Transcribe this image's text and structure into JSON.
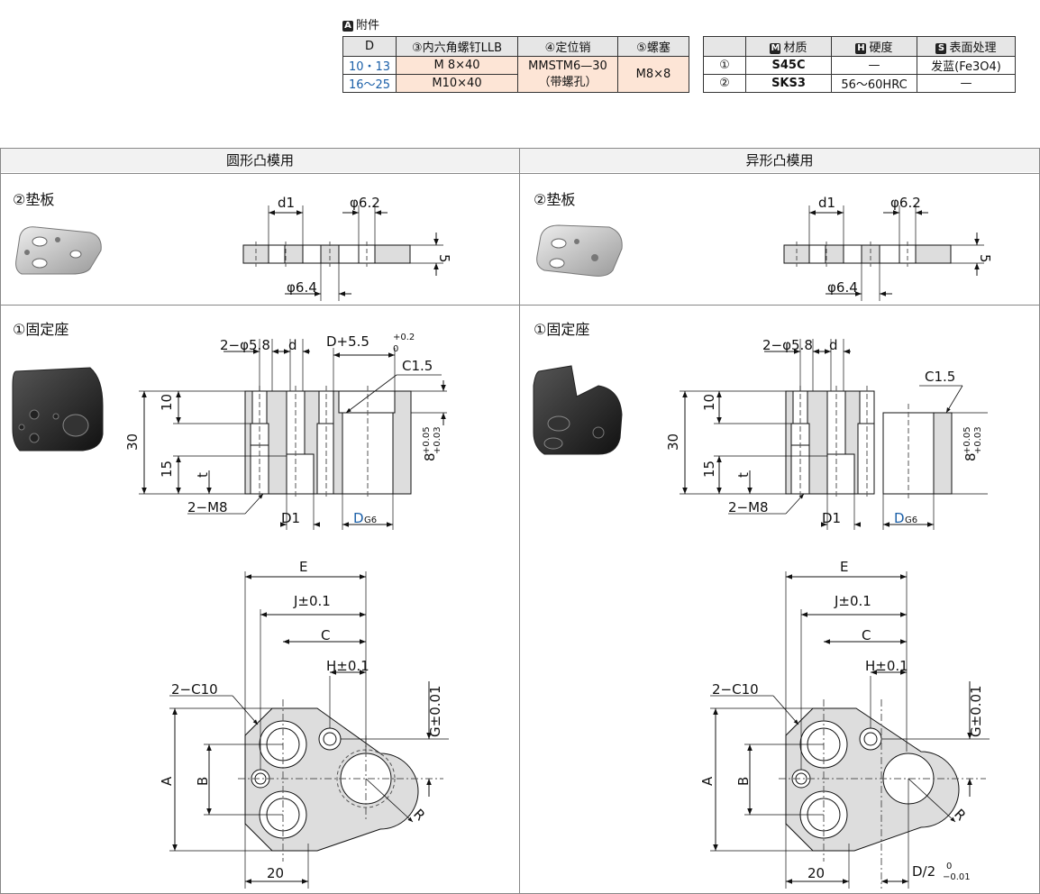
{
  "attachment_title": "附件",
  "attachment_badge": "A",
  "attach_table": {
    "headers": [
      "D",
      "③内六角螺钉LLB",
      "④定位销",
      "⑤螺塞"
    ],
    "rows": [
      {
        "d": "10・13",
        "screw": "M  8×40"
      },
      {
        "d": "16～25",
        "screw": "M10×40"
      }
    ],
    "pin_line1": "MMSTM6—30",
    "pin_line2": "（带螺孔）",
    "plug": "M8×8"
  },
  "material_table": {
    "headers": [
      {
        "badge": "M",
        "text": "材质"
      },
      {
        "badge": "H",
        "text": "硬度"
      },
      {
        "badge": "S",
        "text": "表面处理"
      }
    ],
    "rows": [
      {
        "no": "①",
        "material": "S45C",
        "hardness": "—",
        "surface": "发蓝(Fe3O4)"
      },
      {
        "no": "②",
        "material": "SKS3",
        "hardness": "56～60HRC",
        "surface": "—"
      }
    ]
  },
  "left_panel": {
    "title": "圆形凸模用",
    "plate_label": "②垫板",
    "seat_label": "①固定座"
  },
  "right_panel": {
    "title": "异形凸模用",
    "plate_label": "②垫板",
    "seat_label": "①固定座"
  },
  "dims": {
    "d1": "d1",
    "phi62": "φ6.2",
    "phi64": "φ6.4",
    "five": "5",
    "holes": "2−φ5.8",
    "d": "d",
    "dtol": "D+5.5",
    "dtol_up": "+0.2",
    "dtol_low": "0",
    "c15": "C1.5",
    "ten": "10",
    "thirty": "30",
    "fifteen": "15",
    "t": "t",
    "eight": "8",
    "eight_up": "+0.05",
    "eight_low": "+0.03",
    "m8": "2−M8",
    "D1": "D1",
    "DG6": "D",
    "G6": "G6",
    "E": "E",
    "J": "J±0.1",
    "C": "C",
    "H": "H±0.1",
    "G": "G±0.01",
    "c10": "2−C10",
    "A": "A",
    "B": "B",
    "R": "R",
    "twenty": "20",
    "d2": "D/2",
    "d2_up": "0",
    "d2_low": "−0.01"
  }
}
